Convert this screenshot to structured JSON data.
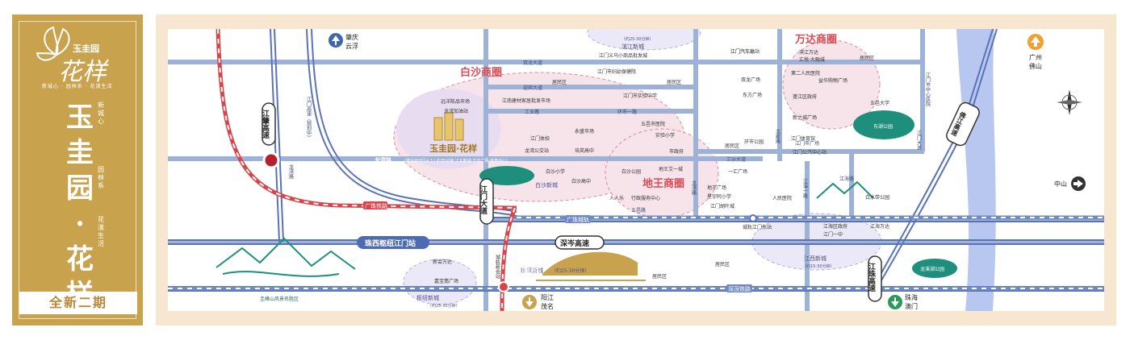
{
  "brand": {
    "logo_name": "玉圭园",
    "logo_main": "花样",
    "logo_tagline": "新城心 · 园林系 · 花漾生活",
    "title_chars": [
      "玉",
      "圭",
      "园",
      "·",
      "花",
      "样"
    ],
    "slogan_columns": [
      "新城心",
      "园林系",
      "花漾生活"
    ],
    "phase": "全新二期"
  },
  "colors": {
    "gold": "#c9a24e",
    "frame": "#f7e6d0",
    "road_blue": "#9db2d6",
    "expressway": "#5a73b8",
    "rail_red": "#d9434a",
    "district_red": "#d94c56",
    "park_teal": "#1e8f7c",
    "river": "#b7c7ef",
    "north_orange": "#f0a030",
    "south_green": "#2a9a5a"
  },
  "map": {
    "directions": [
      {
        "name": "compass-north-arrow",
        "line1": "肇庆",
        "line2": "云浮",
        "arrow": "up",
        "color": "blue"
      },
      {
        "name": "guangzhou-arrow",
        "line1": "广州",
        "line2": "佛山",
        "arrow": "up",
        "color": "orange"
      },
      {
        "name": "zhongshan-arrow",
        "line1": "中山",
        "arrow": "right",
        "color": "dark"
      },
      {
        "name": "zhuhai-arrow",
        "line1": "珠海",
        "line2": "澳门",
        "arrow": "down",
        "color": "green"
      },
      {
        "name": "yangjiang-arrow",
        "line1": "阳江",
        "line2": "茂名",
        "arrow": "down",
        "color": "gold"
      }
    ],
    "districts": [
      {
        "label": "白沙商圈"
      },
      {
        "label": "万达商圈"
      },
      {
        "label": "地王商圈"
      }
    ],
    "project_label": "玉圭园·花样",
    "project_area_label": "龙湾路",
    "project_area_note": "（建设启动区4.3 / 约35分钟  江北新城·万达广场·体育中心）",
    "new_towns": [
      {
        "label": "滨江新城",
        "note": "（约25-30分钟）"
      },
      {
        "label": "白沙新城"
      },
      {
        "label": "枢纽新城",
        "note": "（约25-30分钟）"
      },
      {
        "label": "江西新城",
        "note": "（约15-30分钟）"
      },
      {
        "label": "枢纽新城"
      },
      {
        "label": "（约25-30分钟）"
      }
    ],
    "expressways": [
      {
        "label": "江肇高速"
      },
      {
        "label": "江门大道"
      },
      {
        "label": "深岑高速"
      },
      {
        "label": "江珠高速"
      },
      {
        "label": "佛江高速"
      },
      {
        "label": "珠西枢纽江门站"
      }
    ],
    "railways": [
      {
        "label": "广珠铁路"
      },
      {
        "label": "广珠城轨"
      },
      {
        "label": "深茂铁路"
      }
    ],
    "roads": [
      {
        "label": "龙湾路"
      },
      {
        "label": "江门高速（规划中）"
      },
      {
        "label": "双龙大道"
      },
      {
        "label": "迎宾大道"
      },
      {
        "label": "工业路"
      },
      {
        "label": "环市一路"
      },
      {
        "label": "五邑路"
      },
      {
        "label": "江门市中心医院"
      },
      {
        "label": "北新路"
      },
      {
        "label": "龙湾路"
      },
      {
        "label": "江门市广场"
      },
      {
        "label": "三沙大道"
      },
      {
        "label": "江海路"
      },
      {
        "label": "江海一路"
      },
      {
        "label": "江门汽车站"
      },
      {
        "label": "江门大道"
      }
    ],
    "pois": [
      {
        "label": "江门义乌小商品批发城"
      },
      {
        "label": "江门汽车总站"
      },
      {
        "label": "滨江万达"
      },
      {
        "label": "汇悦·大融城"
      },
      {
        "label": "居民区"
      },
      {
        "label": "江门市妇幼保健院"
      },
      {
        "label": "居民区"
      },
      {
        "label": "第二人民医院"
      },
      {
        "label": "益华购物广场"
      },
      {
        "label": "远洋陈品市场"
      },
      {
        "label": "江南建材家居批发市场"
      },
      {
        "label": "龙湾加油站"
      },
      {
        "label": "江门市实验中学"
      },
      {
        "label": "双龙广场"
      },
      {
        "label": "东方广场"
      },
      {
        "label": "蓬江区政府"
      },
      {
        "label": "五邑大学"
      },
      {
        "label": "新之城广场"
      },
      {
        "label": "永盛市场"
      },
      {
        "label": "五邑市医院"
      },
      {
        "label": "江门体校"
      },
      {
        "label": "实验小学"
      },
      {
        "label": "龙湾公交站"
      },
      {
        "label": "培英高中"
      },
      {
        "label": "环市公园"
      },
      {
        "label": "江门体育馆"
      },
      {
        "label": "江门公汽中心站"
      },
      {
        "label": "东湖公园"
      },
      {
        "label": "居民区"
      },
      {
        "label": "市政府"
      },
      {
        "label": "白沙小学"
      },
      {
        "label": "白沙公园"
      },
      {
        "label": "地王广场"
      },
      {
        "label": "白沙高中"
      },
      {
        "label": "人人乐"
      },
      {
        "label": "行政服务中心"
      },
      {
        "label": "一汇广场"
      },
      {
        "label": "地王艾一城"
      },
      {
        "label": "星宇阿小学"
      },
      {
        "label": "江门胡叶城"
      },
      {
        "label": "人民医院"
      },
      {
        "label": "白水带公园"
      },
      {
        "label": "城轨江门东站"
      },
      {
        "label": "江海区政府"
      },
      {
        "label": "江海万达"
      },
      {
        "label": "江门一中"
      },
      {
        "label": "新会万达"
      },
      {
        "label": "枢纽新城"
      },
      {
        "label": "城轨新会站"
      },
      {
        "label": "嘉宝翡广场"
      },
      {
        "label": "居民区"
      },
      {
        "label": "居民区"
      },
      {
        "label": "居民区"
      },
      {
        "label": "龙溪湖公园"
      },
      {
        "label": "圭峰山风景名胜区"
      }
    ]
  }
}
